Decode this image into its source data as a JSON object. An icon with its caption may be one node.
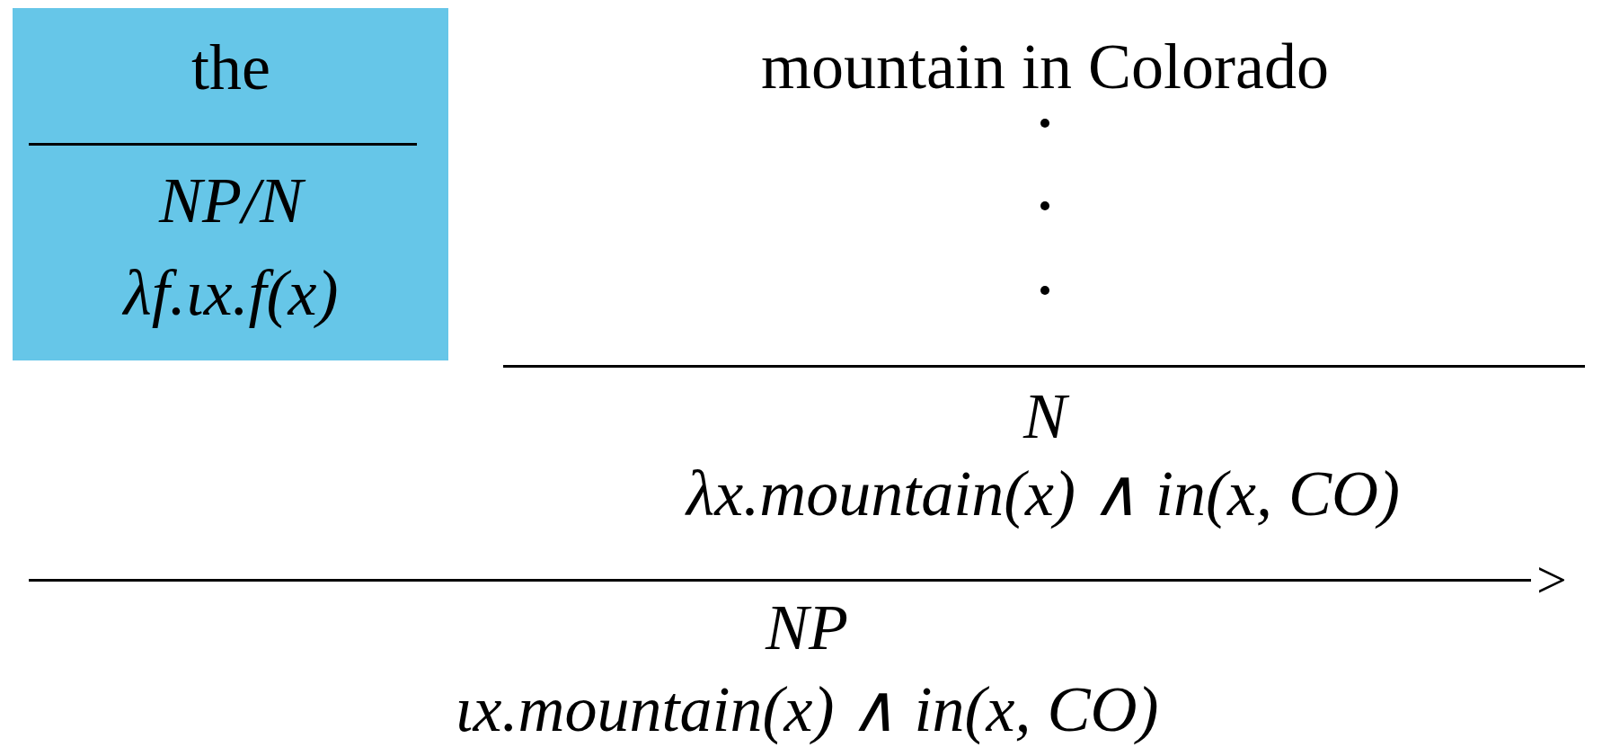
{
  "diagram": {
    "nodes": [
      {
        "text": [
          "the",
          "NP/N",
          "λf.ιx.f(x)"
        ]
      }
    ],
    "labels": [
      "mountain in Colorado",
      "N",
      "λx.mountain(x) ∧ in(x, CO)",
      ">",
      "NP",
      "ιx.mountain(x) ∧ in(x, CO)"
    ]
  }
}
